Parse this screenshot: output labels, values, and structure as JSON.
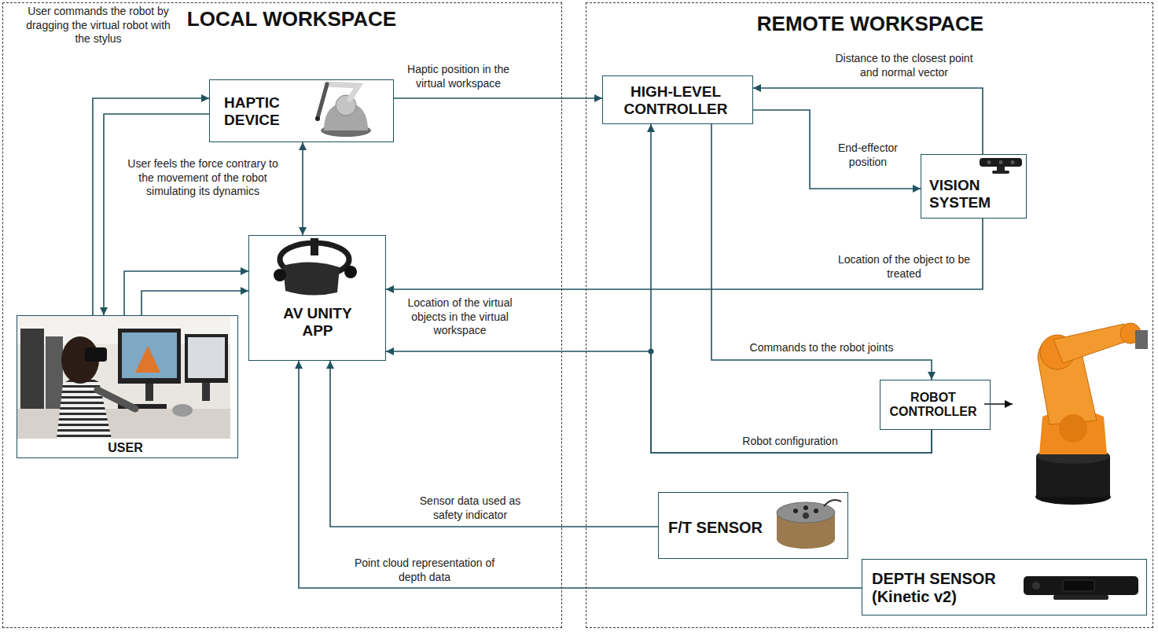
{
  "diagram": {
    "nodes": [
      {
        "text": [
          "LOCAL WORKSPACE"
        ]
      },
      {
        "text": [
          "HAPTIC DEVICE"
        ],
        "in": 0
      },
      {
        "text": [
          "AV UNITY APP"
        ],
        "in": 0
      },
      {
        "text": [
          "USER"
        ],
        "in": 0
      },
      {
        "text": [
          "REMOTE WORKSPACE"
        ]
      },
      {
        "text": [
          "HIGH-LEVEL CONTROLLER"
        ],
        "in": 4
      },
      {
        "text": [
          "VISION SYSTEM"
        ],
        "in": 4
      },
      {
        "text": [
          "ROBOT CONTROLLER"
        ],
        "in": 4
      },
      {
        "text": [
          "F/T SENSOR"
        ],
        "in": 4
      },
      {
        "text": [
          "DEPTH SENSOR (Kinetic v2)"
        ],
        "in": 4
      }
    ],
    "edges": [
      {
        "from": 3,
        "to": 1,
        "arrow": "to",
        "label": "User commands the robot by dragging the virtual robot with the stylus"
      },
      {
        "from": 1,
        "to": 3,
        "arrow": "to",
        "label": "User feels the force contrary to the movement of the robot simulating its dynamics"
      },
      {
        "from": 1,
        "to": 2,
        "arrow": "both"
      },
      {
        "from": 3,
        "to": 2,
        "arrow": "to"
      },
      {
        "from": 3,
        "to": 2,
        "arrow": "to"
      },
      {
        "from": 1,
        "to": 5,
        "arrow": "to",
        "label": "Haptic position in the virtual workspace"
      },
      {
        "from": 6,
        "to": 5,
        "arrow": "to",
        "label": "Distance to the closest point and normal vector"
      },
      {
        "from": 5,
        "to": 6,
        "arrow": "to",
        "label": "End-effector position"
      },
      {
        "from": 6,
        "to": 2,
        "arrow": "to",
        "label": "Location of the object to be treated"
      },
      {
        "from": 5,
        "to": 7,
        "arrow": "to",
        "label": "Commands to the robot joints"
      },
      {
        "from": 7,
        "to": 5,
        "arrow": "to",
        "label": "Robot configuration"
      },
      {
        "from": 7,
        "to": 2,
        "arrow": "to",
        "label": "Location of the virtual objects in the virtual workspace"
      },
      {
        "from": 8,
        "to": 2,
        "arrow": "to",
        "label": "Sensor data used as safety indicator"
      },
      {
        "from": 9,
        "to": 2,
        "arrow": "to",
        "label": "Point cloud representation of depth data"
      }
    ]
  }
}
